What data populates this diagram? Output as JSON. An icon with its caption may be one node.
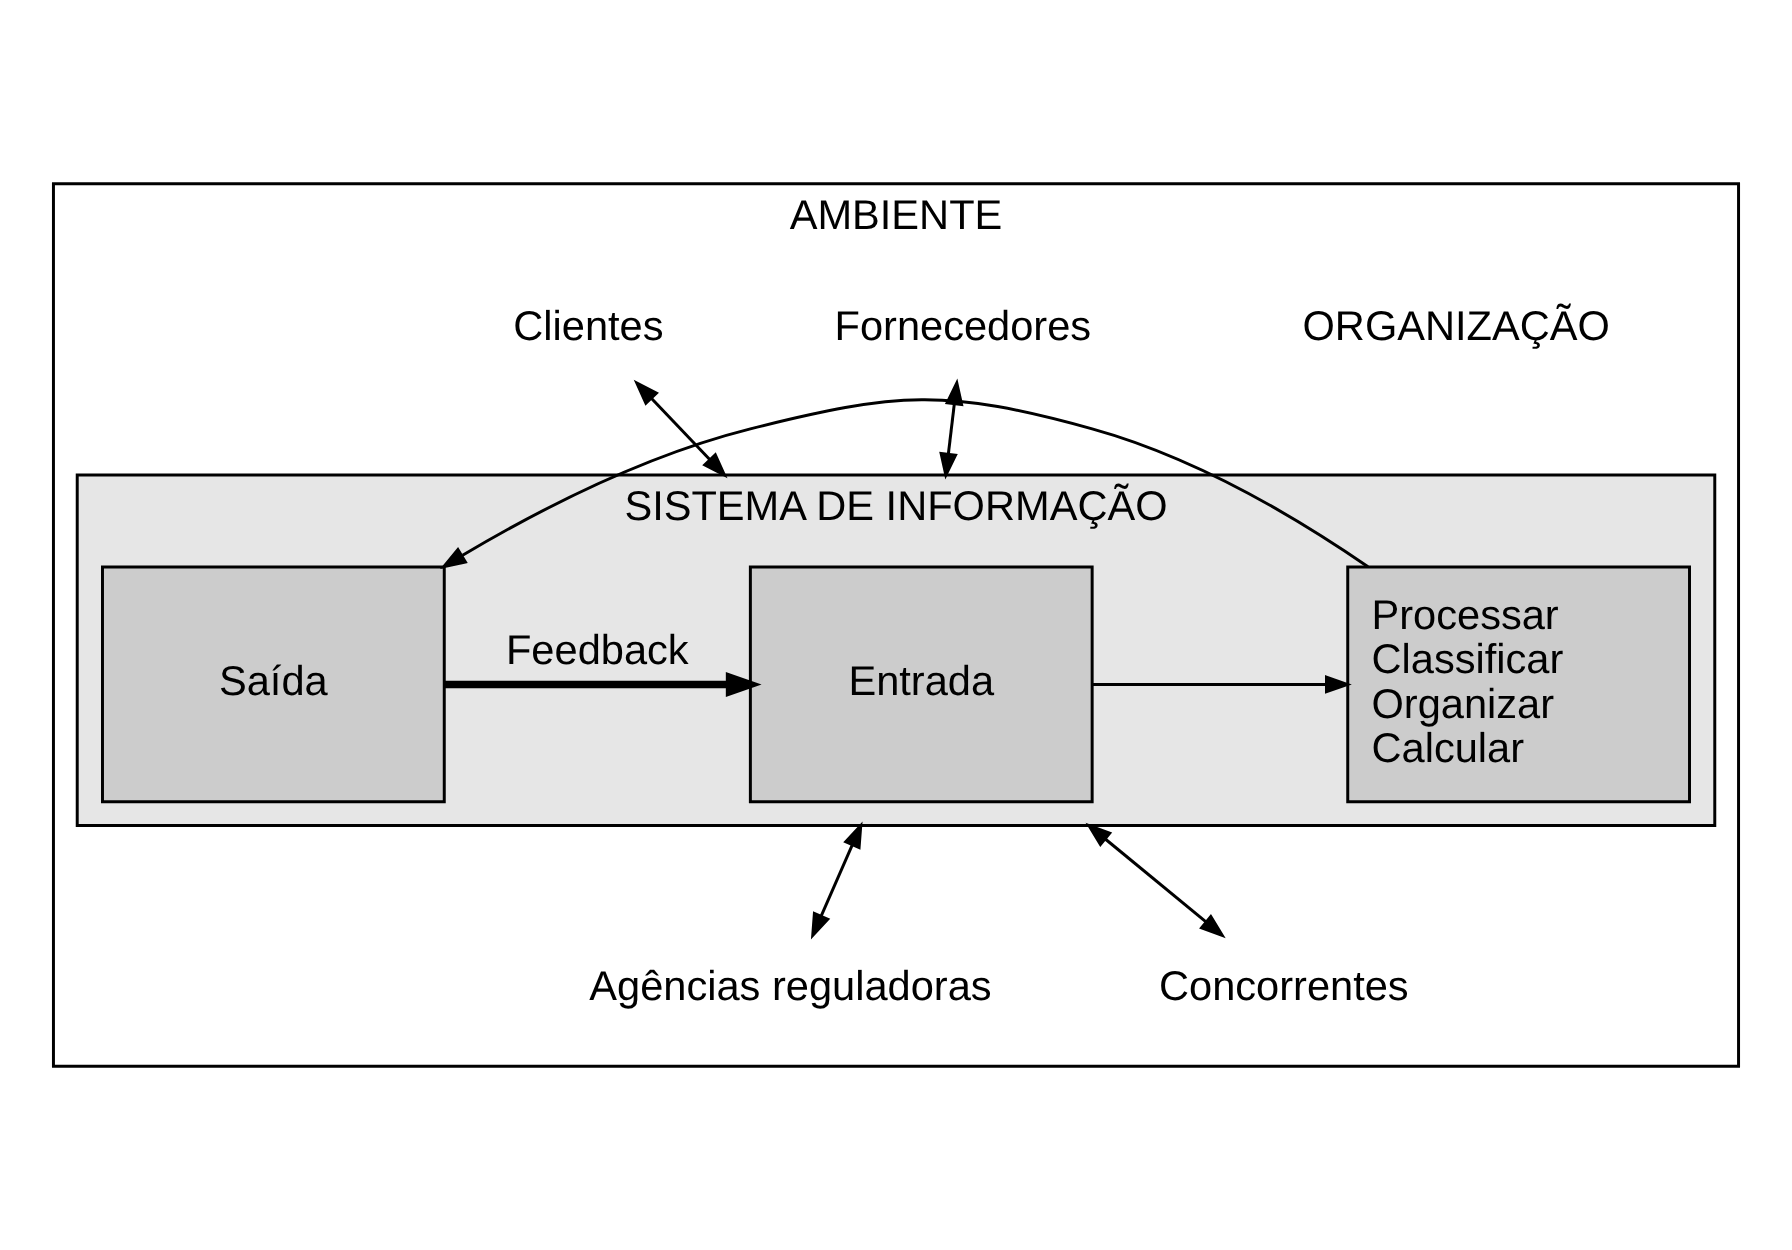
{
  "diagram": {
    "nodes": [
      {
        "text": [
          "AMBIENTE"
        ]
      },
      {
        "text": [
          "Fornecedores"
        ],
        "in": 0
      },
      {
        "text": [
          "Clientes"
        ],
        "in": 0
      },
      {
        "text": [
          "SISTEMA DE INFORMAÇÃO"
        ],
        "in": 0
      },
      {
        "text": [
          "Entrada"
        ],
        "in": 3
      },
      {
        "text": [
          "Processar",
          "Classificar",
          "Organizar",
          "Calcular"
        ],
        "in": 3
      },
      {
        "text": [
          "Saída"
        ],
        "in": 3
      },
      {
        "text": [
          "Agências reguladoras"
        ],
        "in": 0
      },
      {
        "text": [
          "Concorrentes"
        ],
        "in": 0
      }
    ],
    "edges": [
      {
        "from": 1,
        "to": 3,
        "arrow": "both"
      },
      {
        "from": 2,
        "to": 3,
        "arrow": "both"
      },
      {
        "from": 4,
        "to": 5,
        "arrow": "to"
      },
      {
        "from": 5,
        "to": 6,
        "arrow": "to"
      },
      {
        "from": 6,
        "to": 4,
        "arrow": "to",
        "label": "Feedback",
        "style": "thick"
      },
      {
        "from": 3,
        "to": 7,
        "arrow": "both"
      },
      {
        "from": 3,
        "to": 8,
        "arrow": "both"
      }
    ],
    "labels": [
      "ORGANIZAÇÃO"
    ]
  }
}
